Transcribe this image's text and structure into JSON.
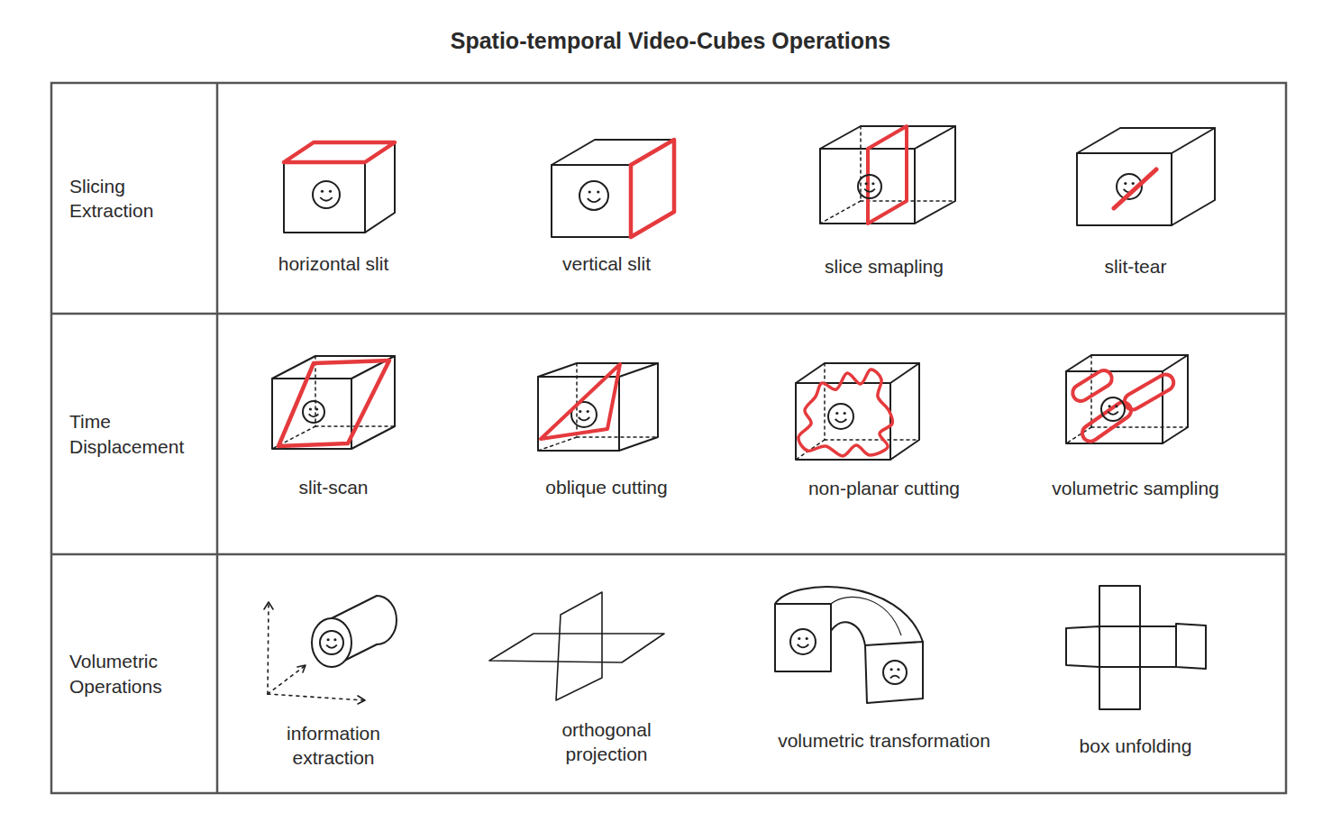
{
  "diagram": {
    "title": "Spatio-temporal Video-Cubes Operations",
    "nodes": [
      {
        "text": [
          "Slicing Extraction"
        ]
      },
      {
        "text": [
          "horizontal slit"
        ]
      },
      {
        "text": [
          "vertical slit"
        ]
      },
      {
        "text": [
          "slice smapling"
        ]
      },
      {
        "text": [
          "slit-tear"
        ]
      },
      {
        "text": [
          "Time Displacement"
        ]
      },
      {
        "text": [
          "slit-scan"
        ]
      },
      {
        "text": [
          "oblique cutting"
        ]
      },
      {
        "text": [
          "non-planar cutting"
        ]
      },
      {
        "text": [
          "volumetric sampling"
        ]
      },
      {
        "text": [
          "Volumetric Operations"
        ]
      },
      {
        "text": [
          "information extraction"
        ]
      },
      {
        "text": [
          "orthogonal projection"
        ]
      },
      {
        "text": [
          "volumetric transformation"
        ]
      },
      {
        "text": [
          "box unfolding"
        ]
      }
    ]
  }
}
